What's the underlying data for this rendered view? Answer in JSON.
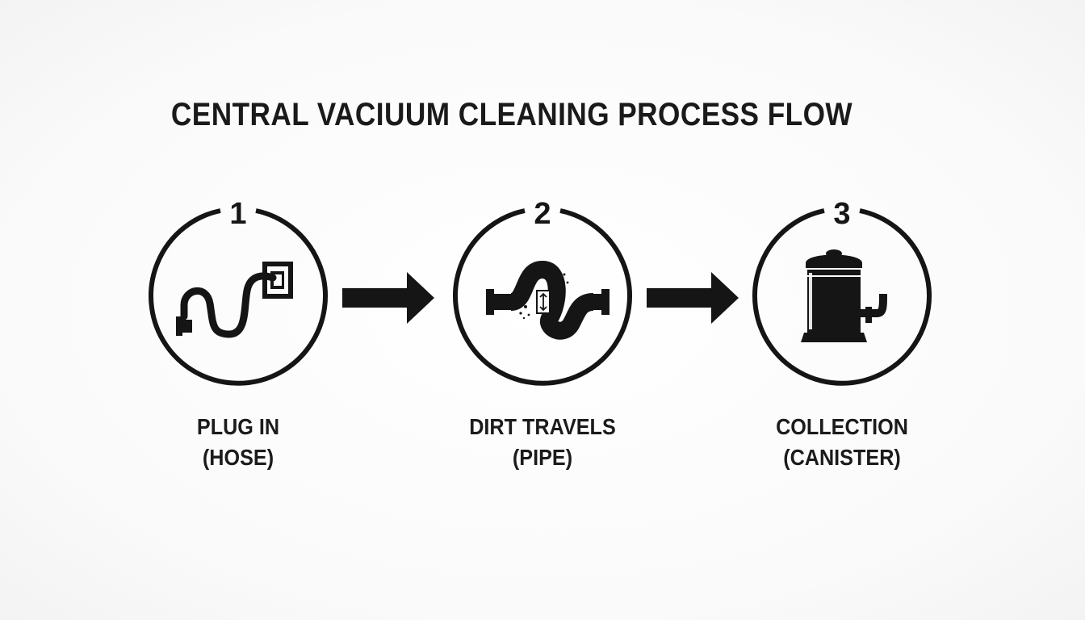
{
  "title": "CENTRAL VACIUUM CLEANING PROCESS FLOW",
  "steps": [
    {
      "number": "1",
      "label_line1": "PLUG IN",
      "label_line2": "(HOSE)",
      "icon": "hose-wall-inlet-icon"
    },
    {
      "number": "2",
      "label_line1": "DIRT TRAVELS",
      "label_line2": "(PIPE)",
      "icon": "pipe-airflow-icon"
    },
    {
      "number": "3",
      "label_line1": "COLLECTION",
      "label_line2": "(CANISTER)",
      "icon": "canister-icon"
    }
  ],
  "colors": {
    "ink": "#151515",
    "background": "#fbfbfb"
  }
}
